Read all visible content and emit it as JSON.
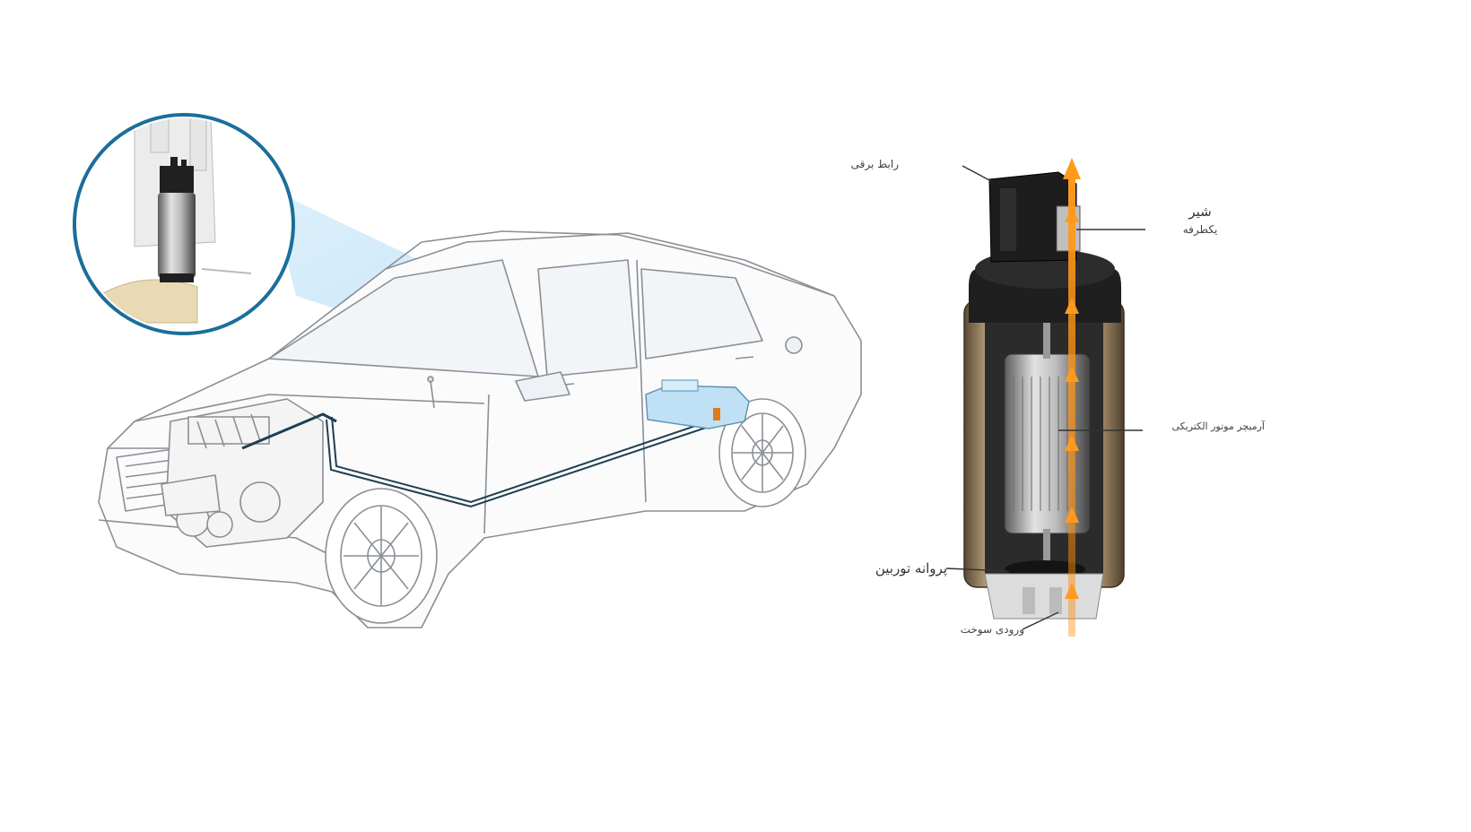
{
  "labels": {
    "connector": "رابط برقی",
    "valve_line1": "شیر",
    "valve_line2": "یکطرفه",
    "armature": "آرمیچر موتور الکتریکی",
    "impeller": "پروانه توربین",
    "fuel_inlet": "ورودی سوخت"
  },
  "colors": {
    "car_line": "#8a8f96",
    "fuel_line": "#1f3f52",
    "beam": "#9fd3f0",
    "circle_ring": "#1b6e9a",
    "pump_housing": "#b9a27e",
    "pump_cap": "#222222",
    "flow_arrow": "#ff9a1f"
  }
}
